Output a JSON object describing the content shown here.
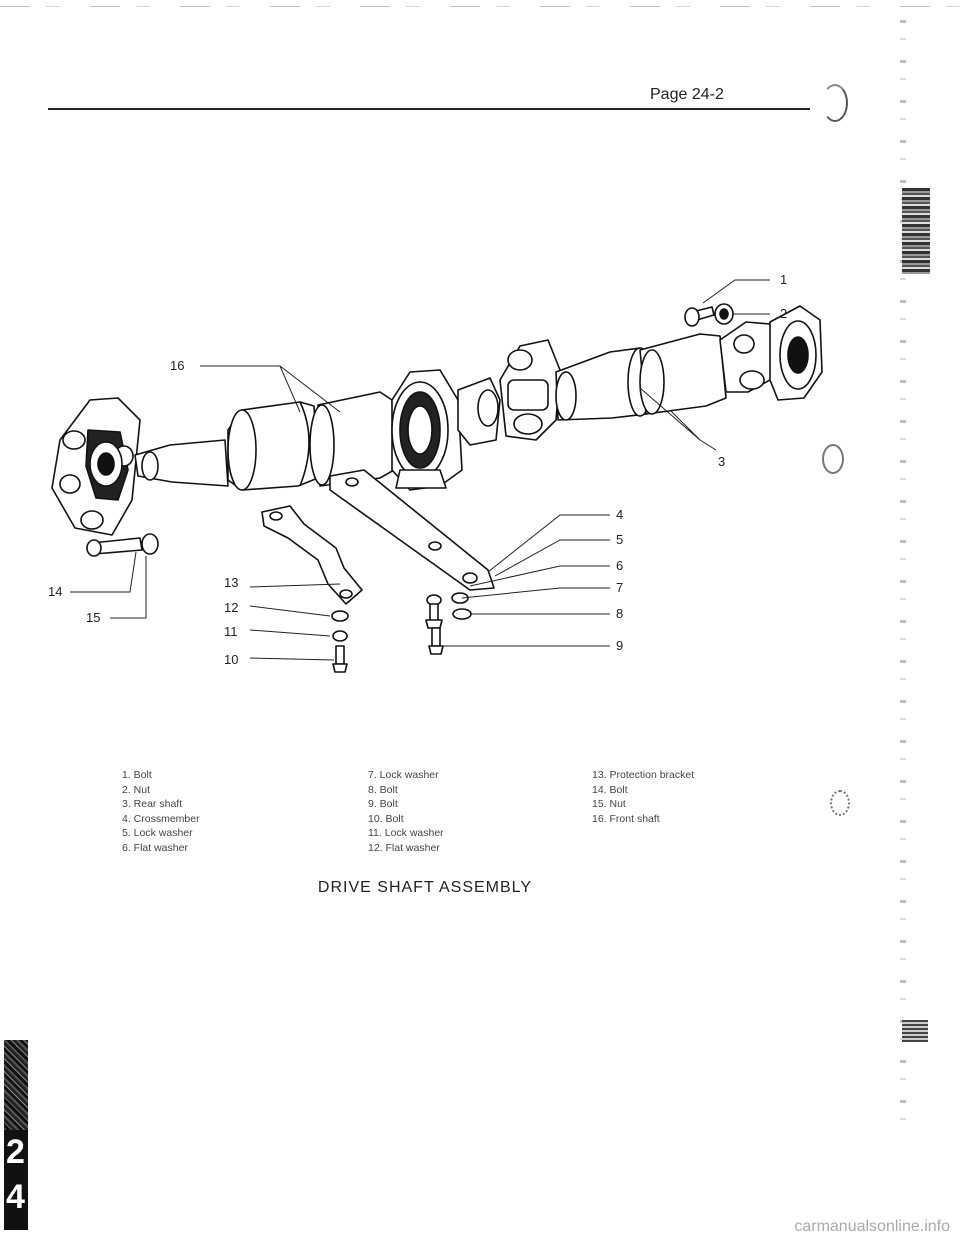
{
  "header": {
    "page_number": "Page 24-2"
  },
  "diagram": {
    "callouts": [
      "1",
      "2",
      "3",
      "4",
      "5",
      "6",
      "7",
      "8",
      "9",
      "10",
      "11",
      "12",
      "13",
      "14",
      "15",
      "16"
    ]
  },
  "legend": {
    "column_1": [
      "1. Bolt",
      "2. Nut",
      "3. Rear shaft",
      "4. Crossmember",
      "5. Lock washer",
      "6. Flat washer"
    ],
    "column_2": [
      "7. Lock washer",
      "8. Bolt",
      "9. Bolt",
      "10. Bolt",
      "11. Lock washer",
      "12. Flat washer"
    ],
    "column_3": [
      "13. Protection bracket",
      "14. Bolt",
      "15. Nut",
      "16. Front shaft"
    ]
  },
  "caption": "DRIVE SHAFT ASSEMBLY",
  "section_tab": {
    "digit_1": "2",
    "digit_2": "4"
  },
  "watermark": "carmanualsonline.info"
}
